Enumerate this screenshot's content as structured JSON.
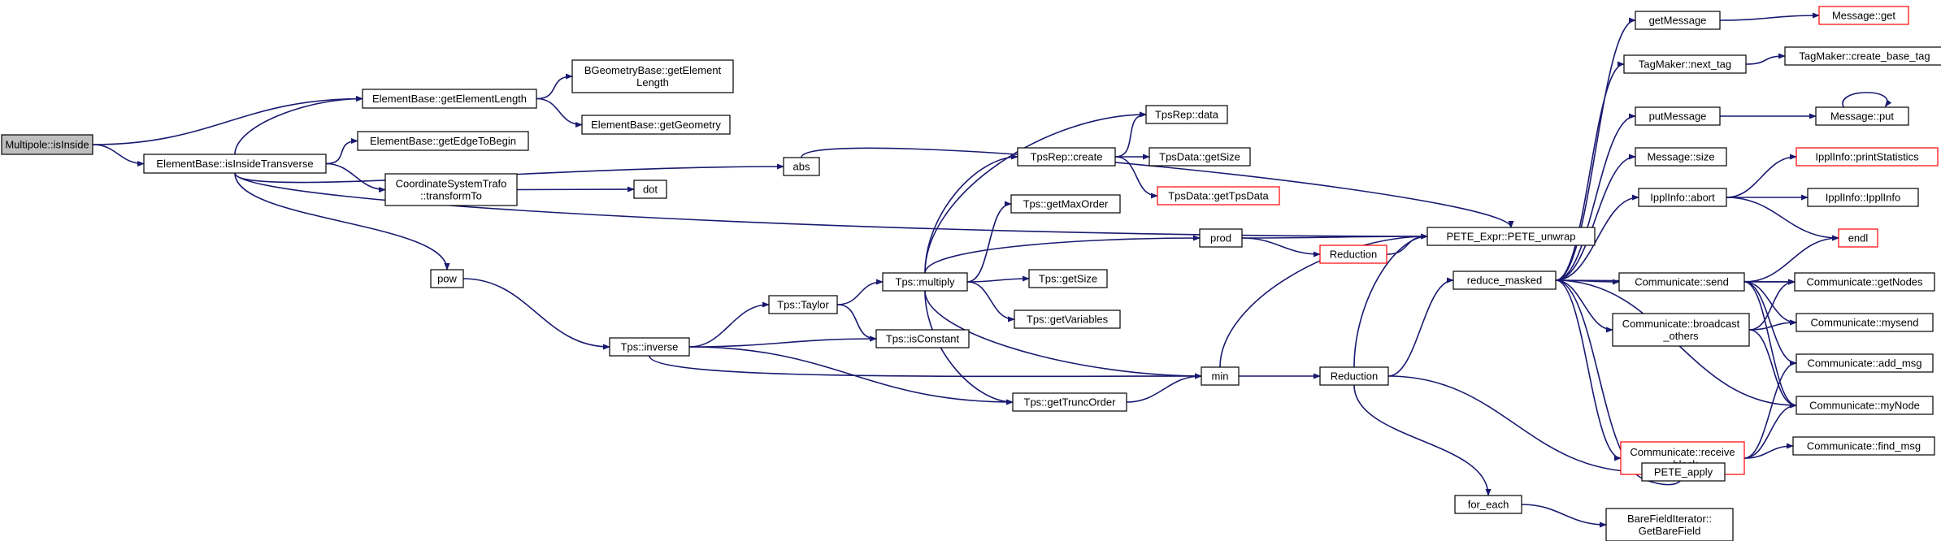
{
  "graph": {
    "colors": {
      "edge": "#191970",
      "border": "#000000",
      "missing_border": "#ff0000",
      "root_fill": "#bfbfbf",
      "fill": "#ffffff"
    },
    "nodes": [
      {
        "id": "multipole_isinside",
        "label": "Multipole::isInside",
        "root": true
      },
      {
        "id": "elementbase_getelementlength",
        "label": "ElementBase::getElementLength"
      },
      {
        "id": "elementbase_isinsidetransverse",
        "label": "ElementBase::isInsideTransverse"
      },
      {
        "id": "bgeometrybase_getelementlength",
        "label": "BGeometryBase::getElement\nLength"
      },
      {
        "id": "elementbase_getgeometry",
        "label": "ElementBase::getGeometry"
      },
      {
        "id": "elementbase_getedgetobegin",
        "label": "ElementBase::getEdgeToBegin"
      },
      {
        "id": "coordsystrafo_transformto",
        "label": "CoordinateSystemTrafo\n::transformTo"
      },
      {
        "id": "dot",
        "label": "dot"
      },
      {
        "id": "pow",
        "label": "pow"
      },
      {
        "id": "abs",
        "label": "abs"
      },
      {
        "id": "tps_inverse",
        "label": "Tps::inverse"
      },
      {
        "id": "tps_taylor",
        "label": "Tps::Taylor"
      },
      {
        "id": "tps_isconstant",
        "label": "Tps::isConstant"
      },
      {
        "id": "tps_multiply",
        "label": "Tps::multiply"
      },
      {
        "id": "tps_gettruncorder",
        "label": "Tps::getTruncOrder"
      },
      {
        "id": "tpsrep_create",
        "label": "TpsRep::create"
      },
      {
        "id": "tpsrep_data",
        "label": "TpsRep::data"
      },
      {
        "id": "tpsdata_getsize",
        "label": "TpsData::getSize"
      },
      {
        "id": "tpsdata_gettpsdata",
        "label": "TpsData::getTpsData",
        "missing": true
      },
      {
        "id": "tps_getmaxorder",
        "label": "Tps::getMaxOrder"
      },
      {
        "id": "tps_getsize",
        "label": "Tps::getSize"
      },
      {
        "id": "tps_getvariables",
        "label": "Tps::getVariables"
      },
      {
        "id": "prod",
        "label": "prod"
      },
      {
        "id": "reduction_small",
        "label": "Reduction",
        "missing": true
      },
      {
        "id": "min",
        "label": "min"
      },
      {
        "id": "pete_expr_unwrap",
        "label": "PETE_Expr::PETE_unwrap"
      },
      {
        "id": "reduction",
        "label": "Reduction"
      },
      {
        "id": "reduce_masked",
        "label": "reduce_masked"
      },
      {
        "id": "for_each",
        "label": "for_each"
      },
      {
        "id": "getmessage",
        "label": "getMessage"
      },
      {
        "id": "tagmaker_next_tag",
        "label": "TagMaker::next_tag"
      },
      {
        "id": "putmessage",
        "label": "putMessage"
      },
      {
        "id": "message_size",
        "label": "Message::size"
      },
      {
        "id": "ipplinfo_abort",
        "label": "IpplInfo::abort"
      },
      {
        "id": "communicate_send",
        "label": "Communicate::send"
      },
      {
        "id": "communicate_broadcast_others",
        "label": "Communicate::broadcast\n_others"
      },
      {
        "id": "communicate_receive_block",
        "label": "Communicate::receive\n_block",
        "missing": true
      },
      {
        "id": "pete_apply",
        "label": "PETE_apply"
      },
      {
        "id": "barefielditerator_getbarefield",
        "label": "BareFieldIterator::\nGetBareField"
      },
      {
        "id": "message_get",
        "label": "Message::get",
        "missing": true
      },
      {
        "id": "tagmaker_create_base_tag",
        "label": "TagMaker::create_base_tag"
      },
      {
        "id": "message_put",
        "label": "Message::put"
      },
      {
        "id": "ipplinfo_printstatistics",
        "label": "IpplInfo::printStatistics",
        "missing": true
      },
      {
        "id": "ipplinfo_ipplinfo",
        "label": "IpplInfo::IpplInfo"
      },
      {
        "id": "endl",
        "label": "endl",
        "missing": true
      },
      {
        "id": "communicate_getnodes",
        "label": "Communicate::getNodes"
      },
      {
        "id": "communicate_mysend",
        "label": "Communicate::mysend"
      },
      {
        "id": "communicate_add_msg",
        "label": "Communicate::add_msg"
      },
      {
        "id": "communicate_mynode",
        "label": "Communicate::myNode"
      },
      {
        "id": "communicate_find_msg",
        "label": "Communicate::find_msg"
      }
    ]
  }
}
